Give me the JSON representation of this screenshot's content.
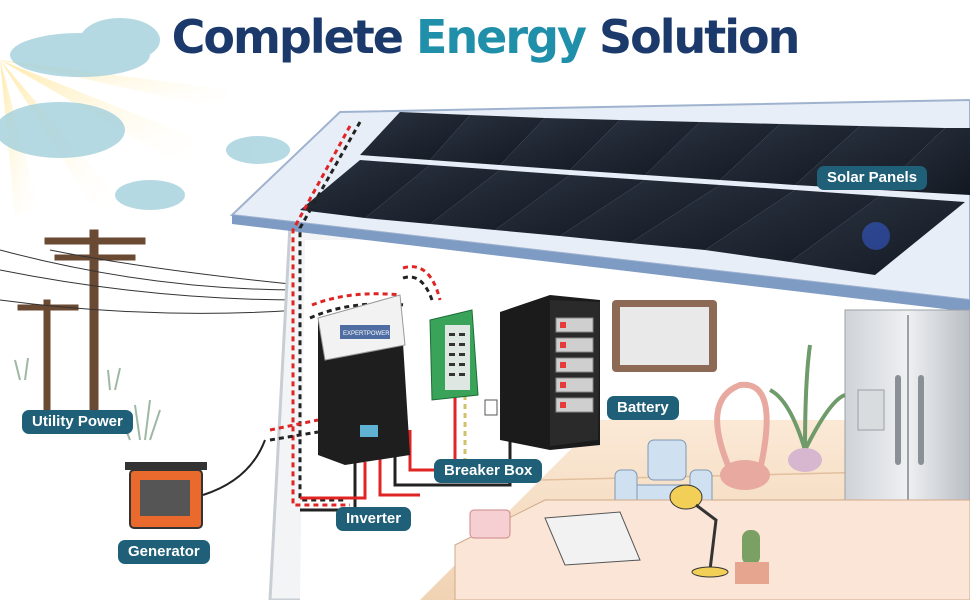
{
  "header": {
    "title_part1": "Complete ",
    "title_part2": "Energy",
    "title_part3": " Solution"
  },
  "labels": {
    "solar_panels": "Solar Panels",
    "utility_power": "Utility Power",
    "battery": "Battery",
    "breaker_box": "Breaker Box",
    "inverter": "Inverter",
    "generator": "Generator"
  },
  "inverter_brand": "EXPERTPOWER",
  "colors": {
    "title_dark": "#1b3a6b",
    "title_accent": "#1f8faa",
    "label_bg": "#1f5f78",
    "ac_wire": "#e02424",
    "dc_wire": "#222222",
    "breaker_green": "#3aa35a"
  }
}
